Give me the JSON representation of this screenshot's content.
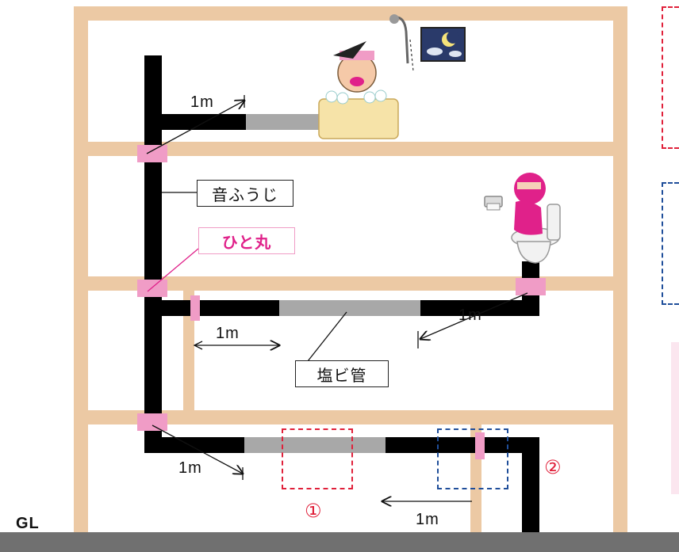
{
  "labels": {
    "ground_line": "GL",
    "sound_cleaner": "音ふうじ",
    "hitomaru": "ひと丸",
    "pvc_pipe": "塩ビ管",
    "distance": "1m",
    "marker_1": "①",
    "marker_2": "②"
  },
  "colors": {
    "frame": "#ecc9a4",
    "pipe": "#000000",
    "pvc": "#a8a8a8",
    "coupler": "#f09cc6",
    "hitomaru_text": "#e0218a",
    "marker_red": "#e0203a",
    "marker_blue": "#1f4e9a",
    "ground": "#707070"
  },
  "icons": [
    "bathtub-person-icon",
    "shower-icon",
    "moon-picture-icon",
    "toilet-ninja-icon",
    "toilet-paper-icon"
  ]
}
